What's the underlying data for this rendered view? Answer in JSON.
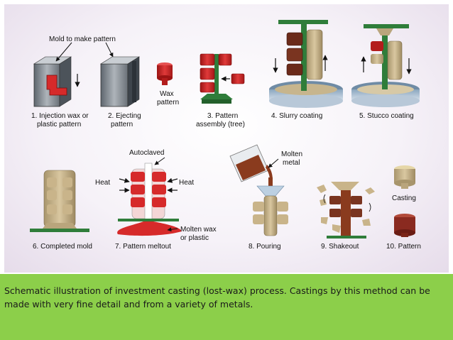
{
  "diagram": {
    "mold_label": "Mold to make pattern",
    "wax_pattern_label": [
      "Wax",
      "pattern"
    ],
    "autoclaved_label": "Autoclaved",
    "heat_left_label": "Heat",
    "heat_right_label": "Heat",
    "molten_metal_label": [
      "Molten",
      "metal"
    ],
    "molten_wax_label": [
      "Molten wax",
      "or plastic"
    ],
    "casting_label": "Casting",
    "steps": [
      {
        "label": [
          "1. Injection wax or",
          "plastic pattern"
        ]
      },
      {
        "label": [
          "2. Ejecting",
          "pattern"
        ]
      },
      {
        "label": [
          "3. Pattern",
          "assembly (tree)"
        ]
      },
      {
        "label": [
          "4. Slurry coating"
        ]
      },
      {
        "label": [
          "5. Stucco coating"
        ]
      },
      {
        "label": [
          "6. Completed mold"
        ]
      },
      {
        "label": [
          "7. Pattern meltout"
        ]
      },
      {
        "label": [
          "8. Pouring"
        ]
      },
      {
        "label": [
          "9. Shakeout"
        ]
      },
      {
        "label": [
          "10. Pattern"
        ]
      }
    ]
  },
  "caption": "Schematic illustration of investment casting (lost-wax) process.  Castings by this method can be made with very fine detail and from a variety of metals.",
  "colors": {
    "wax_red": "#d62a2a",
    "sprue_green": "#2f7d3a",
    "ceramic_tan": "#c9b48a",
    "caption_green": "#8ccf4a",
    "metal_brown": "#8a3b1e"
  }
}
